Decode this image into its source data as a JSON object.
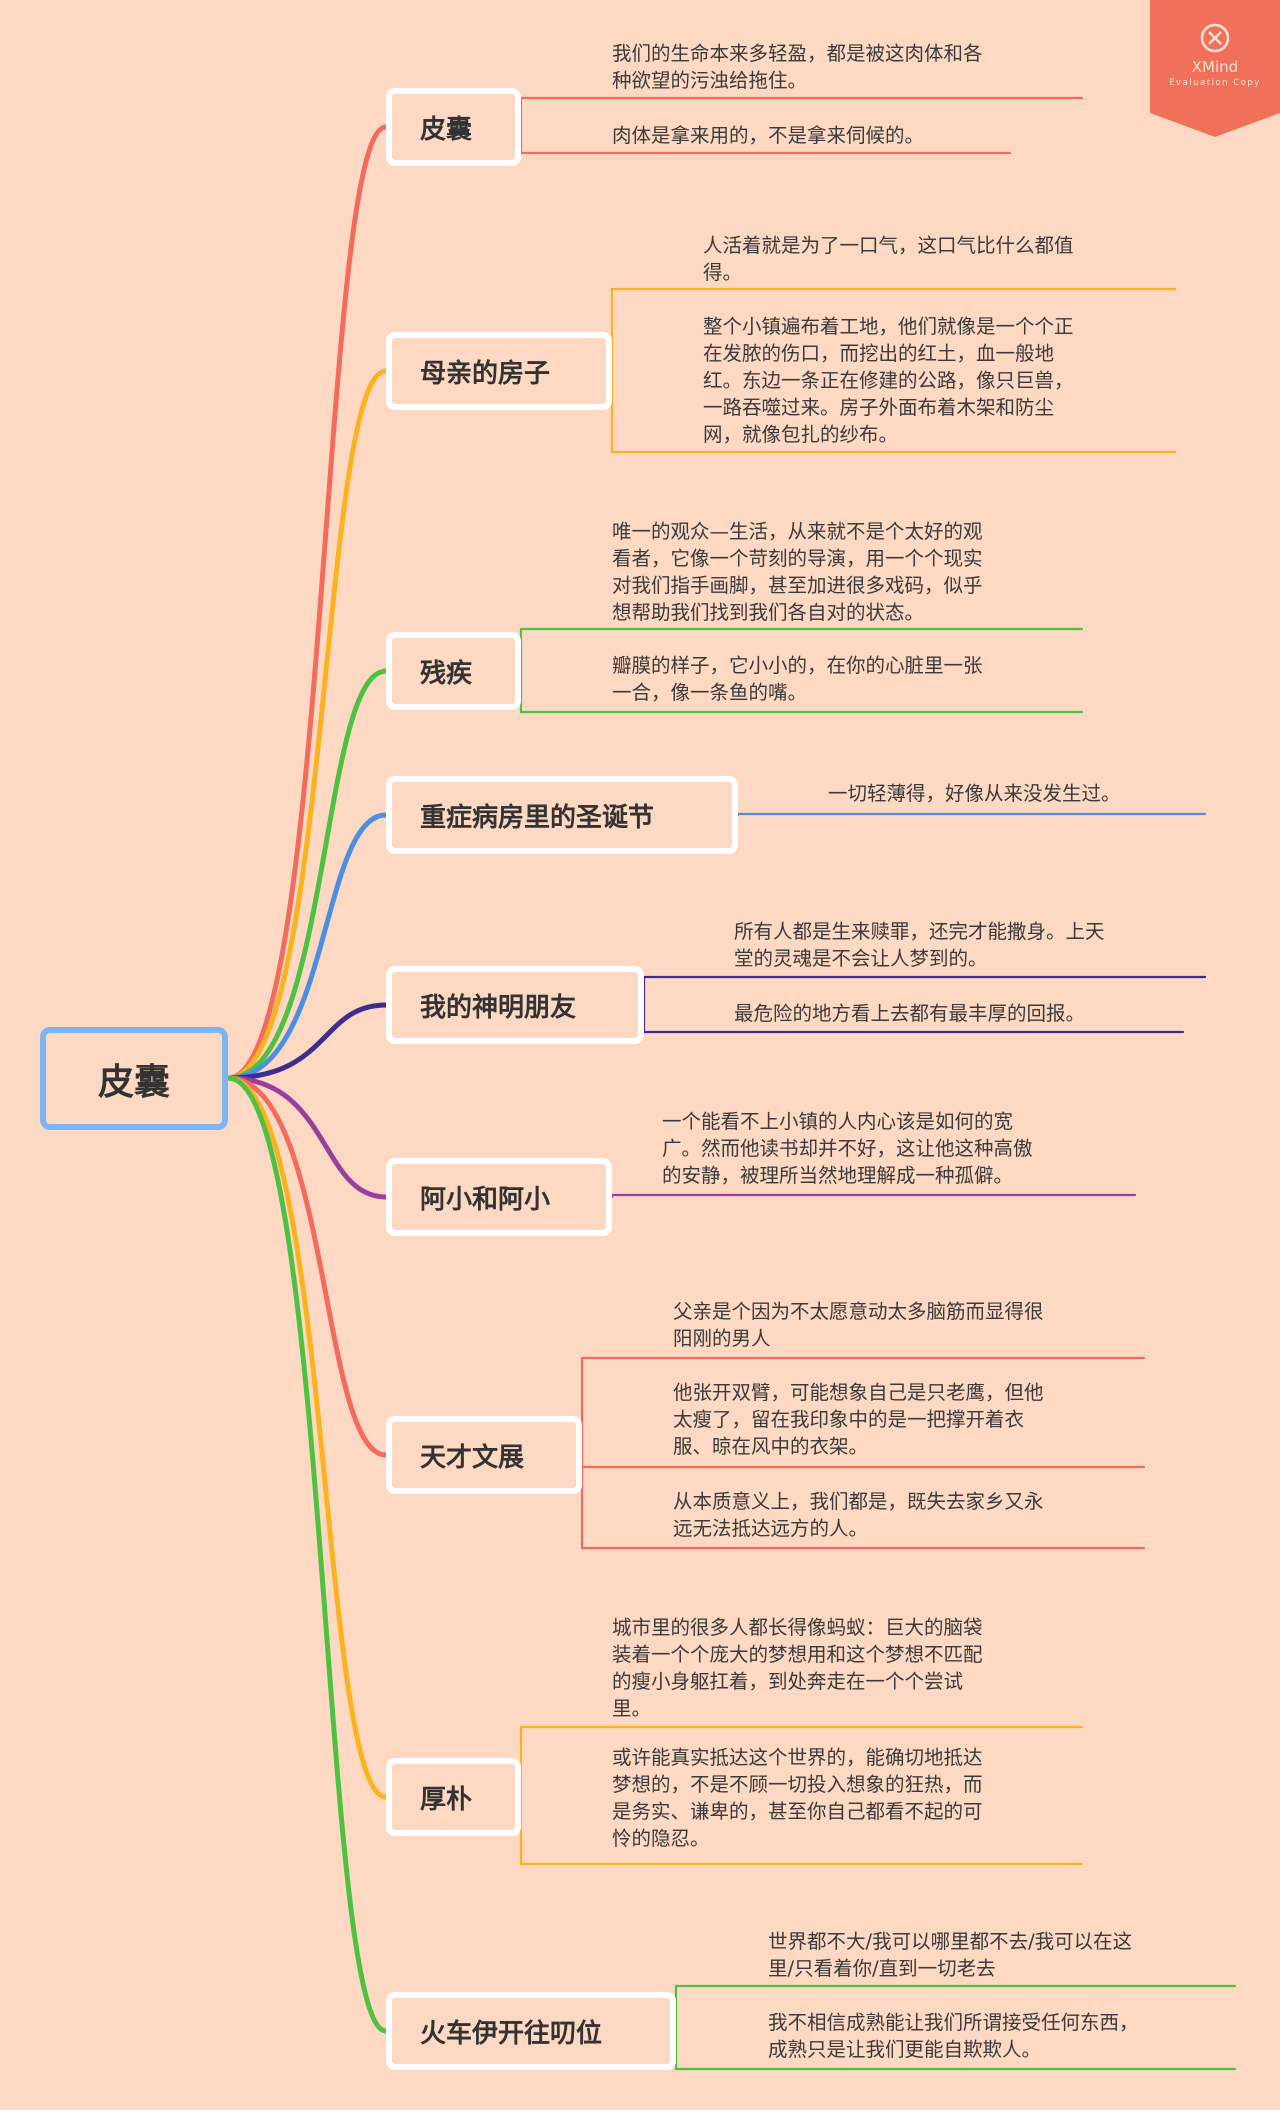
{
  "root": {
    "label": "皮囊",
    "color": "#7fb4f3"
  },
  "watermark": {
    "logo": "XMind",
    "subtitle": "Evaluation Copy",
    "color": "#f0705a",
    "icon": "close-icon"
  },
  "topics": [
    {
      "label": "皮囊",
      "color": "#f36b5c",
      "notes": [
        "我们的生命本来多轻盈，都是被这肉体和各\n种欲望的污浊给拖住。",
        "肉体是拿来用的，不是拿来伺候的。"
      ]
    },
    {
      "label": "母亲的房子",
      "color": "#fbb21f",
      "notes": [
        "人活着就是为了一口气，这口气比什么都值\n得。",
        "整个小镇遍布着工地，他们就像是一个个正\n在发脓的伤口，而挖出的红土，血一般地\n红。东边一条正在修建的公路，像只巨兽，\n一路吞噬过来。房子外面布着木架和防尘\n网，就像包扎的纱布。"
      ]
    },
    {
      "label": "残疾",
      "color": "#4fc141",
      "notes": [
        "唯一的观众—生活，从来就不是个太好的观\n看者，它像一个苛刻的导演，用一个个现实\n对我们指手画脚，甚至加进很多戏码，似乎\n想帮助我们找到我们各自对的状态。",
        "瓣膜的样子，它小小的，在你的心脏里一张\n一合，像一条鱼的嘴。"
      ]
    },
    {
      "label": "重症病房里的圣诞节",
      "color": "#4a8fe0",
      "notes": [
        "一切轻薄得，好像从来没发生过。"
      ]
    },
    {
      "label": "我的神明朋友",
      "color": "#3d2d8f",
      "notes": [
        "所有人都是生来赎罪，还完才能撒身。上天\n堂的灵魂是不会让人梦到的。",
        "最危险的地方看上去都有最丰厚的回报。"
      ]
    },
    {
      "label": "阿小和阿小",
      "color": "#9b3f9e",
      "notes": [
        "一个能看不上小镇的人内心该是如何的宽\n广。然而他读书却并不好，这让他这种高傲\n的安静，被理所当然地理解成一种孤僻。"
      ]
    },
    {
      "label": "天才文展",
      "color": "#f36b5c",
      "notes": [
        "父亲是个因为不太愿意动太多脑筋而显得很\n阳刚的男人",
        "他张开双臂，可能想象自己是只老鹰，但他\n太瘦了，留在我印象中的是一把撑开着衣\n服、晾在风中的衣架。",
        "从本质意义上，我们都是，既失去家乡又永\n远无法抵达远方的人。"
      ]
    },
    {
      "label": "厚朴",
      "color": "#fbb21f",
      "notes": [
        "城市里的很多人都长得像蚂蚁：巨大的脑袋\n装着一个个庞大的梦想用和这个梦想不匹配\n的瘦小身躯扛着，到处奔走在一个个尝试\n里。",
        "或许能真实抵达这个世界的，能确切地抵达\n梦想的，不是不顾一切投入想象的狂热，而\n是务实、谦卑的，甚至你自己都看不起的可\n怜的隐忍。"
      ]
    },
    {
      "label": "火车伊开往叨位",
      "color": "#4fc141",
      "notes": [
        "世界都不大/我可以哪里都不去/我可以在这\n里/只看着你/直到一切老去",
        "我不相信成熟能让我们所谓接受任何东西，\n成熟只是让我们更能自欺欺人。"
      ]
    }
  ]
}
